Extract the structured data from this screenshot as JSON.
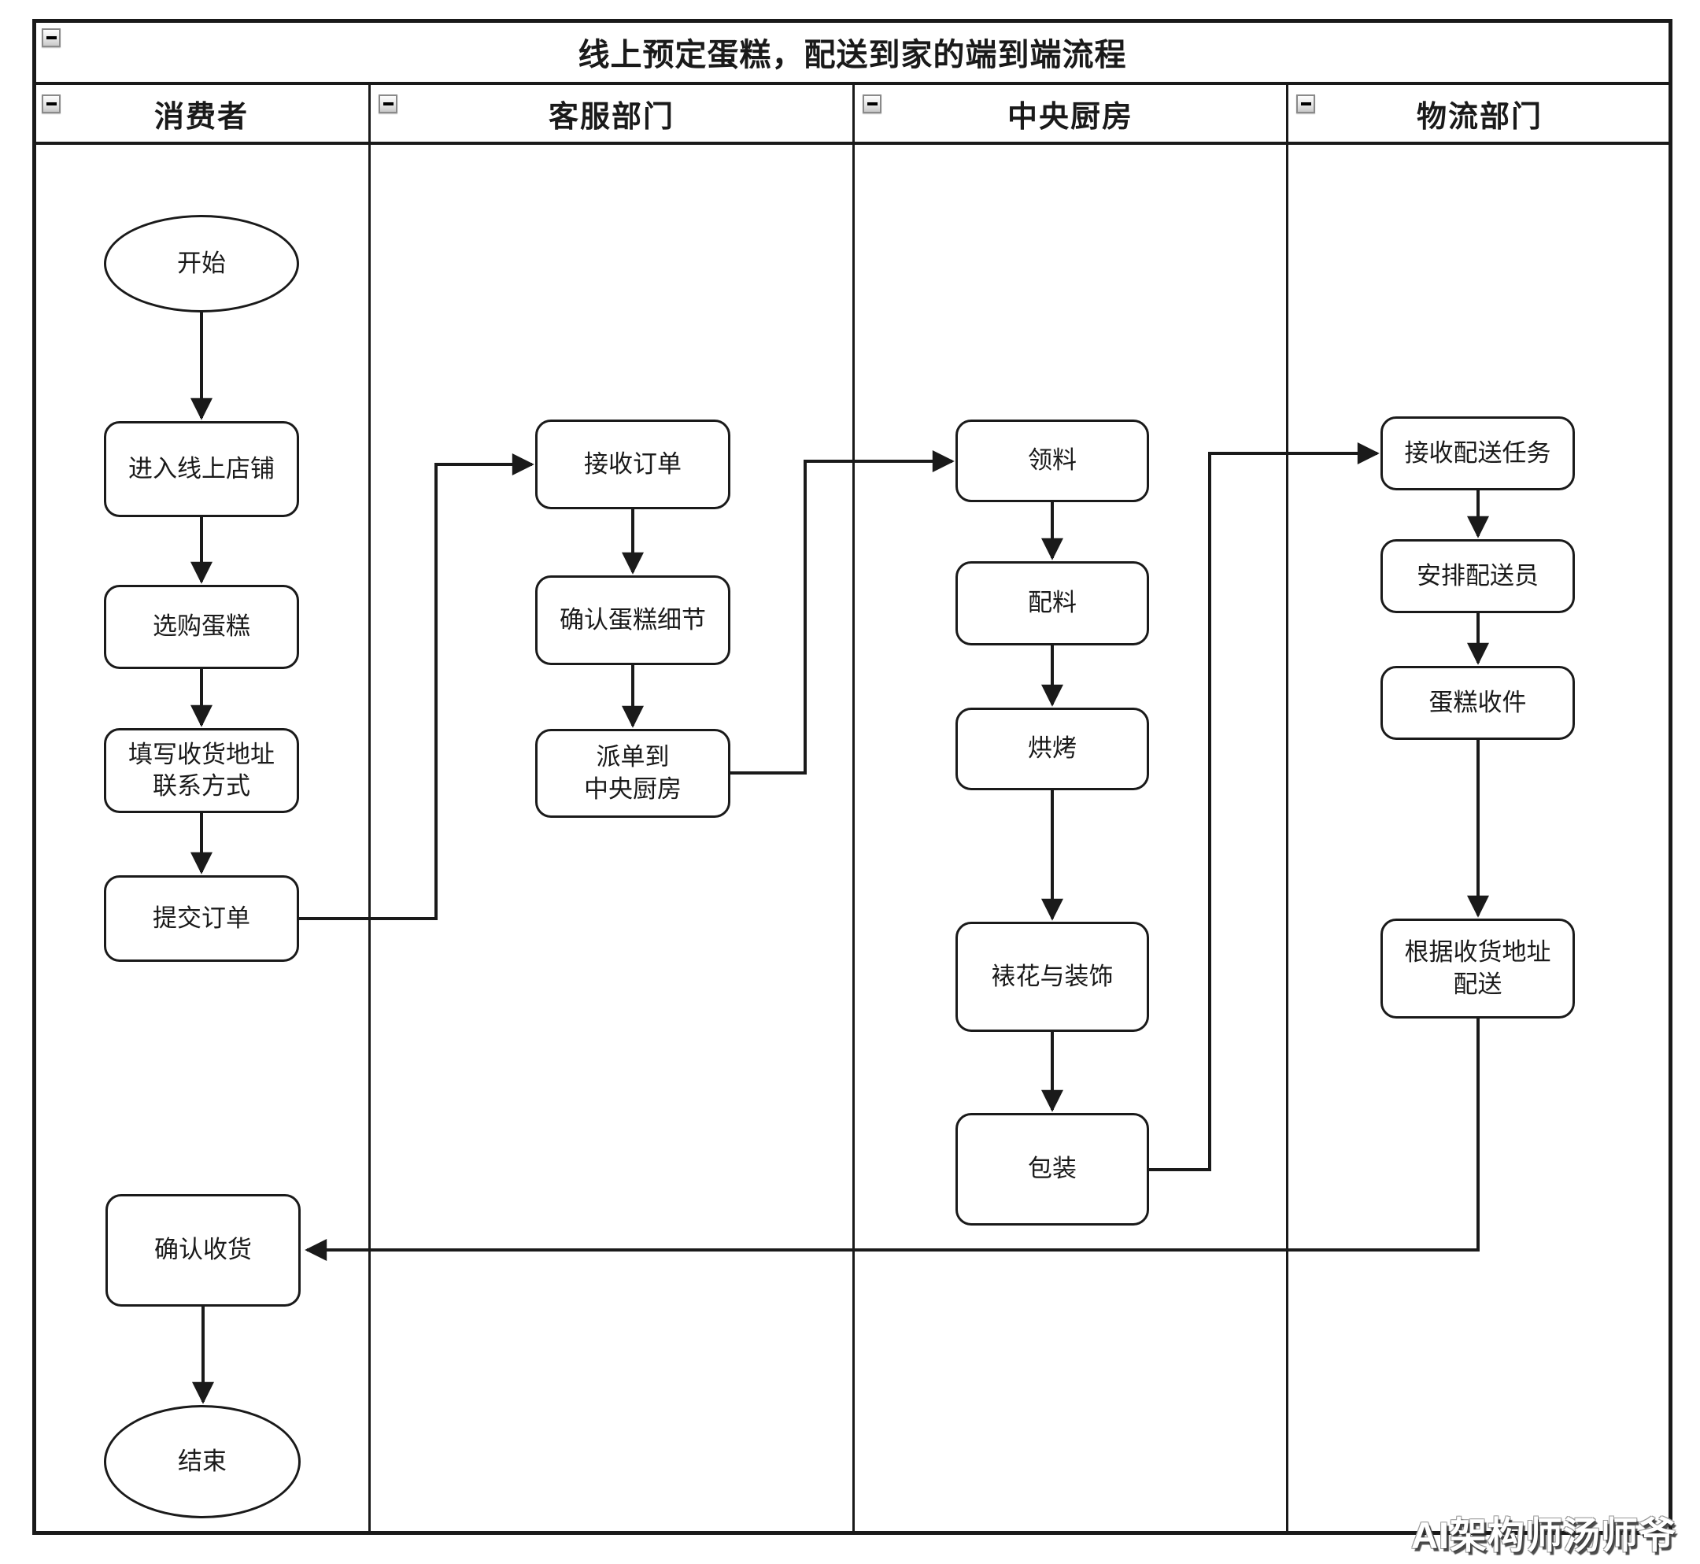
{
  "pool": {
    "title": "线上预定蛋糕，配送到家的端到端流程"
  },
  "lanes": [
    {
      "label": "消费者",
      "nodes": [
        {
          "id": "start",
          "type": "terminal",
          "label": "开始"
        },
        {
          "id": "enter-online-store",
          "type": "process",
          "label": "进入线上店铺"
        },
        {
          "id": "select-cake",
          "type": "process",
          "label": "选购蛋糕"
        },
        {
          "id": "fill-address-contact",
          "type": "process",
          "label": "填写收货地址\n联系方式"
        },
        {
          "id": "submit-order",
          "type": "process",
          "label": "提交订单"
        },
        {
          "id": "confirm-receipt",
          "type": "process",
          "label": "确认收货"
        },
        {
          "id": "end",
          "type": "terminal",
          "label": "结束"
        }
      ]
    },
    {
      "label": "客服部门",
      "nodes": [
        {
          "id": "receive-order",
          "type": "process",
          "label": "接收订单"
        },
        {
          "id": "confirm-cake-details",
          "type": "process",
          "label": "确认蛋糕细节"
        },
        {
          "id": "dispatch-to-central-kitchen",
          "type": "process",
          "label": "派单到\n中央厨房"
        }
      ]
    },
    {
      "label": "中央厨房",
      "nodes": [
        {
          "id": "pick-materials",
          "type": "process",
          "label": "领料"
        },
        {
          "id": "prepare-ingredients",
          "type": "process",
          "label": "配料"
        },
        {
          "id": "bake",
          "type": "process",
          "label": "烘烤"
        },
        {
          "id": "decorate",
          "type": "process",
          "label": "裱花与装饰"
        },
        {
          "id": "package",
          "type": "process",
          "label": "包装"
        }
      ]
    },
    {
      "label": "物流部门",
      "nodes": [
        {
          "id": "receive-delivery-task",
          "type": "process",
          "label": "接收配送任务"
        },
        {
          "id": "assign-courier",
          "type": "process",
          "label": "安排配送员"
        },
        {
          "id": "cake-pickup",
          "type": "process",
          "label": "蛋糕收件"
        },
        {
          "id": "deliver-by-address",
          "type": "process",
          "label": "根据收货地址\n配送"
        }
      ]
    }
  ],
  "edges": [
    {
      "from": "开始",
      "to": "进入线上店铺"
    },
    {
      "from": "进入线上店铺",
      "to": "选购蛋糕"
    },
    {
      "from": "选购蛋糕",
      "to": "填写收货地址联系方式"
    },
    {
      "from": "填写收货地址联系方式",
      "to": "提交订单"
    },
    {
      "from": "提交订单",
      "to": "接收订单"
    },
    {
      "from": "接收订单",
      "to": "确认蛋糕细节"
    },
    {
      "from": "确认蛋糕细节",
      "to": "派单到中央厨房"
    },
    {
      "from": "派单到中央厨房",
      "to": "领料"
    },
    {
      "from": "领料",
      "to": "配料"
    },
    {
      "from": "配料",
      "to": "烘烤"
    },
    {
      "from": "烘烤",
      "to": "裱花与装饰"
    },
    {
      "from": "裱花与装饰",
      "to": "包装"
    },
    {
      "from": "包装",
      "to": "接收配送任务"
    },
    {
      "from": "接收配送任务",
      "to": "安排配送员"
    },
    {
      "from": "安排配送员",
      "to": "蛋糕收件"
    },
    {
      "from": "蛋糕收件",
      "to": "根据收货地址配送"
    },
    {
      "from": "根据收货地址配送",
      "to": "确认收货"
    },
    {
      "from": "确认收货",
      "to": "结束"
    }
  ],
  "icons": {
    "collapse": "box-minus"
  },
  "colors": {
    "line": "#1a1a1a",
    "node_fill": "#ffffff",
    "node_border": "#1a1a1a",
    "collapse_bg": "#e3e3e3"
  },
  "watermark": "AI架构师汤师爷"
}
